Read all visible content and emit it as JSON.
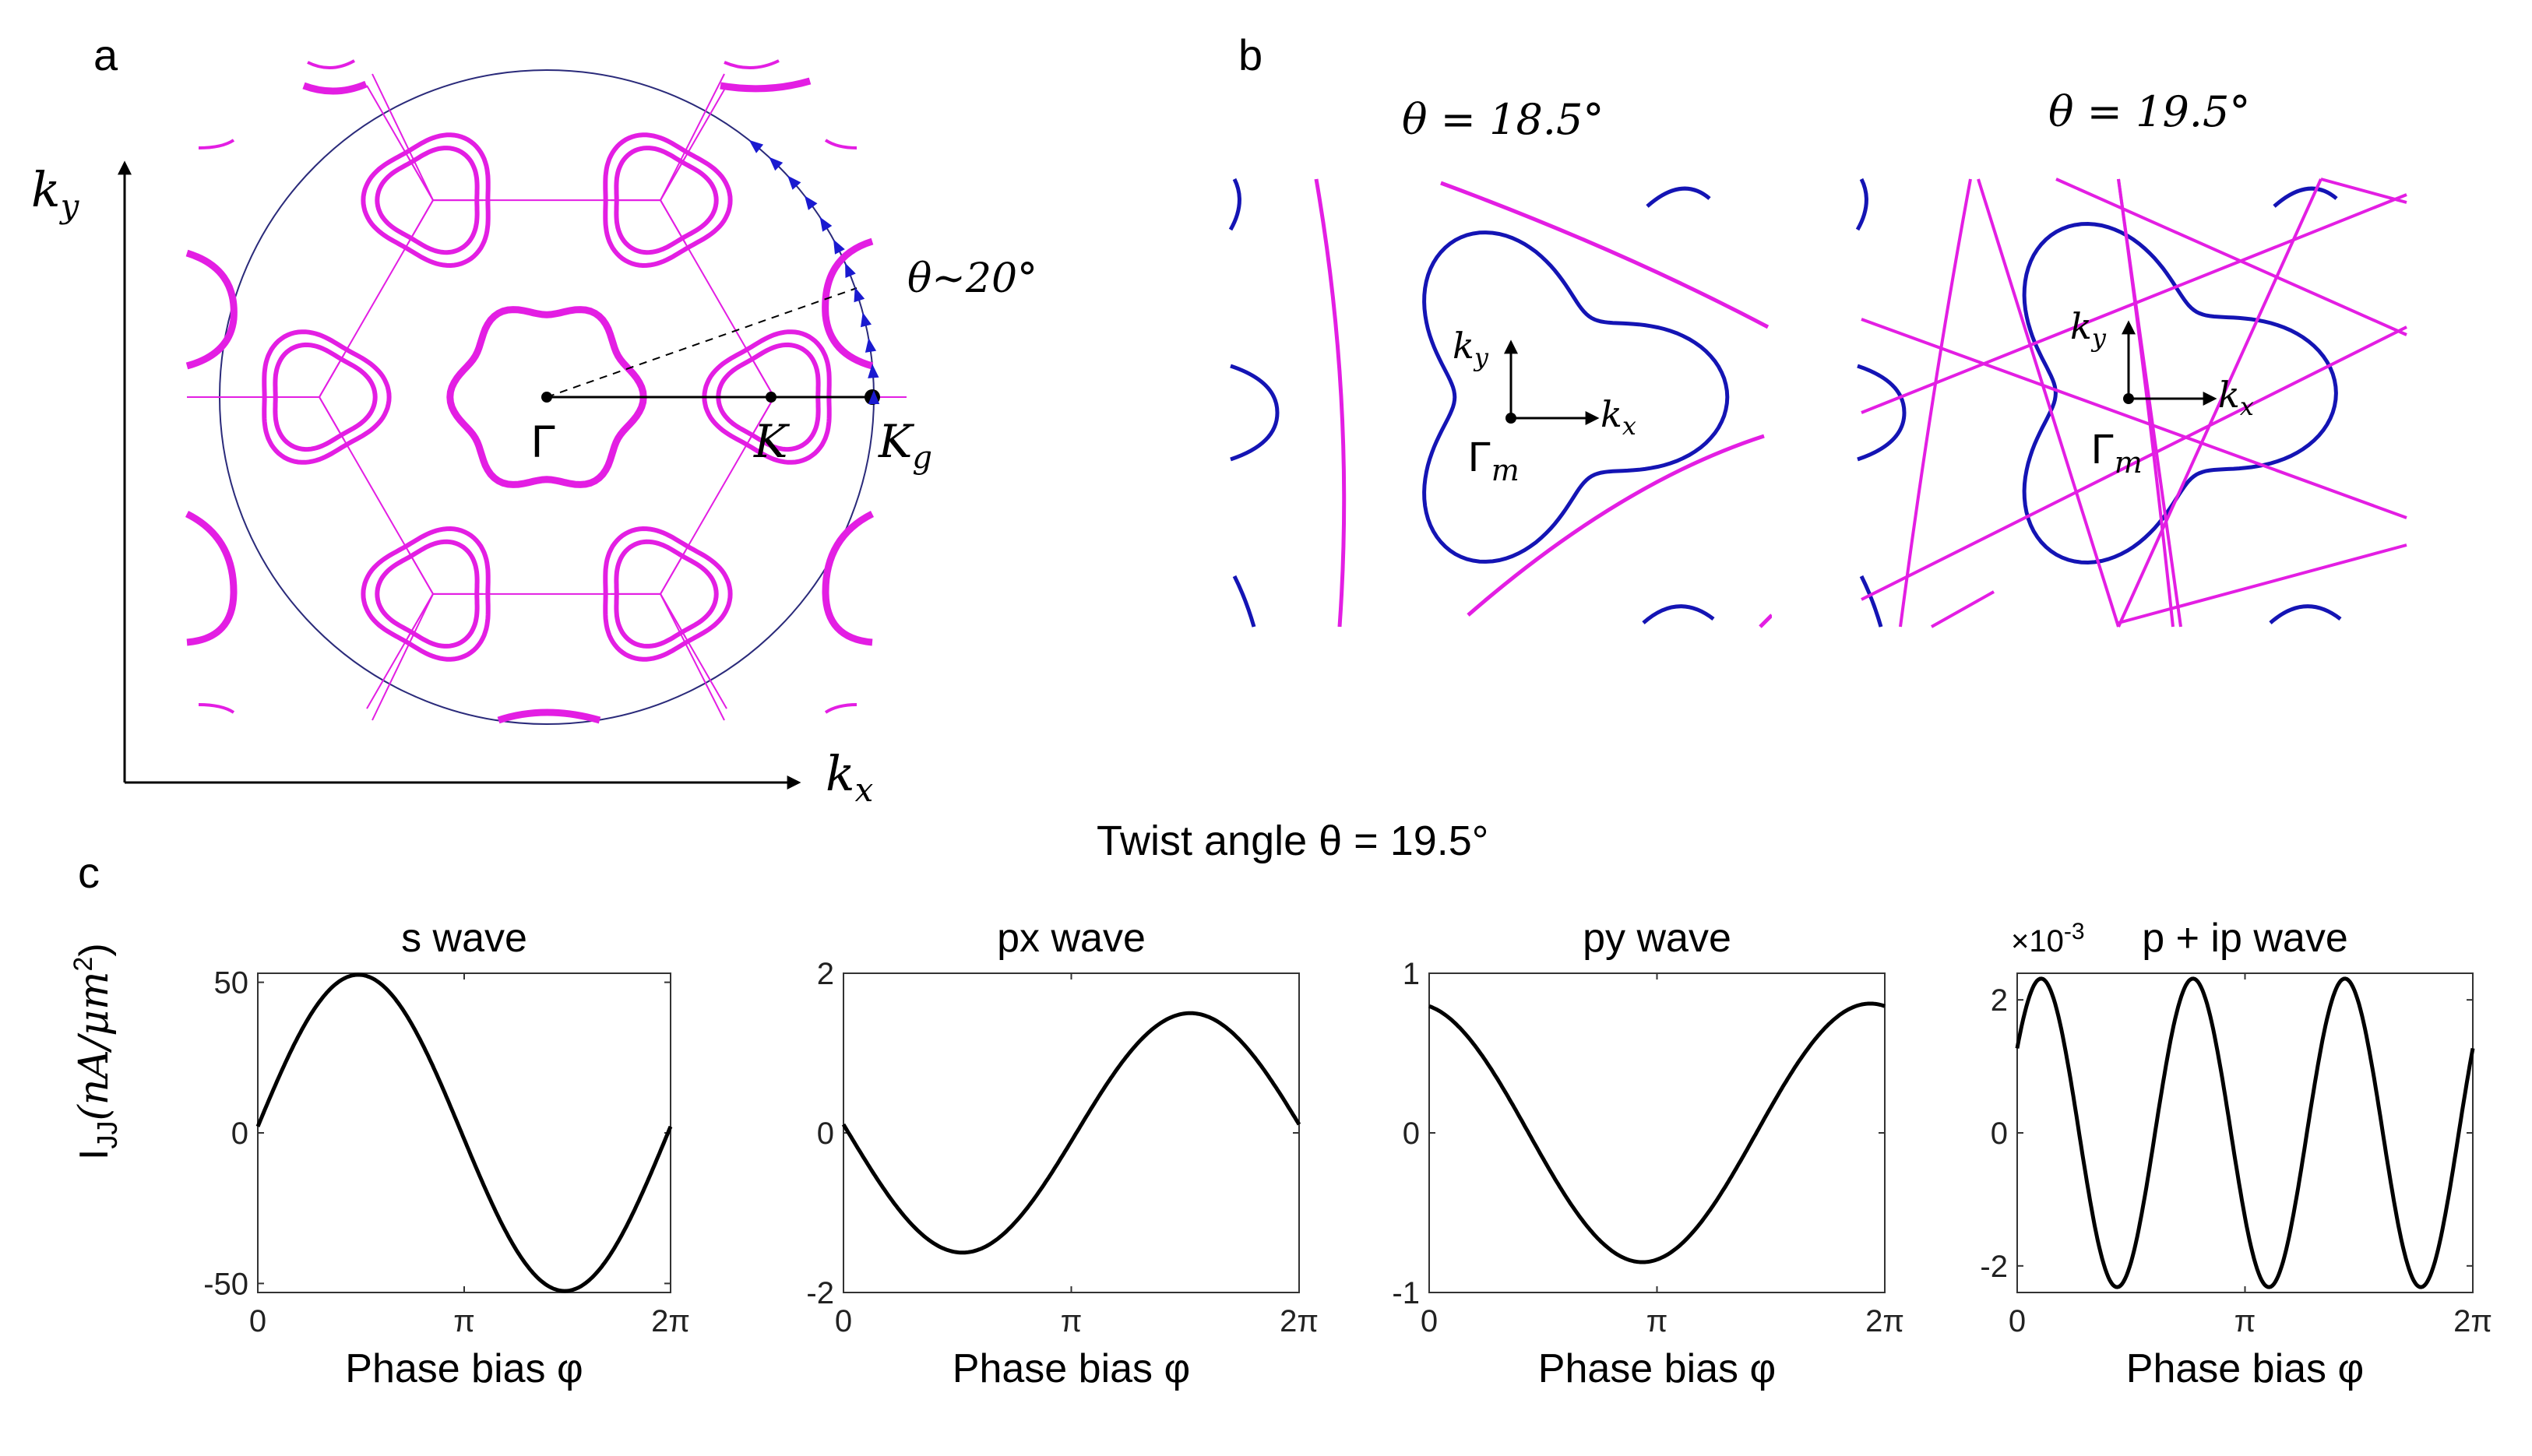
{
  "panel_labels": {
    "a": "a",
    "b": "b",
    "c": "c"
  },
  "panel_a": {
    "axis_x": "k",
    "axis_x_sub": "x",
    "axis_y": "k",
    "axis_y_sub": "y",
    "gamma": "Γ",
    "k_label": "K",
    "kg_label": "K",
    "kg_sub": "g",
    "angle_label": "θ~20°",
    "colors": {
      "fermi": "#e31ee3",
      "circle": "#2a2a7a",
      "arrows": "#1a1ad0"
    }
  },
  "panel_b": {
    "left_title": "θ = 18.5°",
    "right_title": "θ = 19.5°",
    "kx": "k",
    "kx_sub": "x",
    "ky": "k",
    "ky_sub": "y",
    "gamma": "Γ",
    "gamma_sub": "m",
    "colors": {
      "blue": "#1414b4",
      "magenta": "#e31ee3"
    }
  },
  "panel_c": {
    "title": "Twist angle θ = 19.5°",
    "ylabel": "I",
    "ylabel_sub": "JJ",
    "ylabel_unit": "(nA/μm",
    "ylabel_unit_sup": "2",
    "ylabel_unit_close": ")",
    "exponent_label": "×10",
    "exponent_sup": "-3"
  },
  "chart_data": [
    {
      "type": "line",
      "title": "s wave",
      "xlabel": "Phase bias φ",
      "ylabel": "IJJ (nA/μm2)",
      "xlim": [
        0,
        6.2832
      ],
      "ylim": [
        -53,
        53
      ],
      "xticks": [
        "0",
        "π",
        "2π"
      ],
      "yticks": [
        {
          "v": 50,
          "label": "50"
        },
        {
          "v": 0,
          "label": "0"
        },
        {
          "v": -50,
          "label": "-50"
        }
      ],
      "series": [
        {
          "amplitude": 52.5,
          "frequency": 1,
          "phase_offset": 0.04,
          "sample_points": [
            [
              0,
              2.1
            ],
            [
              1.5708,
              52.5
            ],
            [
              3.1416,
              -2.1
            ],
            [
              4.7124,
              -52.5
            ],
            [
              6.2832,
              2.1
            ]
          ]
        }
      ]
    },
    {
      "type": "line",
      "title": "px wave",
      "xlabel": "Phase bias φ",
      "xlim": [
        0,
        6.2832
      ],
      "ylim": [
        -2.0,
        2.0
      ],
      "xticks": [
        "0",
        "π",
        "2π"
      ],
      "yticks": [
        {
          "v": 2,
          "label": "2"
        },
        {
          "v": 0,
          "label": "0"
        },
        {
          "v": -2,
          "label": "-2"
        }
      ],
      "series": [
        {
          "amplitude": 1.5,
          "frequency": 1,
          "phase_offset": 3.0716,
          "sample_points": [
            [
              0,
              -0.1
            ],
            [
              1.5708,
              -1.5
            ],
            [
              3.1416,
              0.1
            ],
            [
              4.7124,
              1.5
            ],
            [
              6.2832,
              -0.1
            ]
          ]
        }
      ]
    },
    {
      "type": "line",
      "title": "py wave",
      "xlabel": "Phase bias φ",
      "xlim": [
        0,
        6.2832
      ],
      "ylim": [
        -1.0,
        1.0
      ],
      "xticks": [
        "0",
        "π",
        "2π"
      ],
      "yticks": [
        {
          "v": 1,
          "label": "1"
        },
        {
          "v": 0,
          "label": "0"
        },
        {
          "v": -1,
          "label": "-1"
        }
      ],
      "series": [
        {
          "amplitude": 0.81,
          "frequency": 1,
          "phase_offset": 1.7708,
          "sample_points": [
            [
              0,
              0.79
            ],
            [
              0.2,
              0.81
            ],
            [
              2.8,
              -0.81
            ],
            [
              6.2832,
              0.79
            ]
          ]
        }
      ]
    },
    {
      "type": "line",
      "title": "p + ip wave",
      "xlabel": "Phase bias φ",
      "xlim": [
        0,
        6.2832
      ],
      "ylim": [
        -2.4,
        2.4
      ],
      "scale_exponent": -3,
      "xticks": [
        "0",
        "π",
        "2π"
      ],
      "yticks": [
        {
          "v": 2,
          "label": "2"
        },
        {
          "v": 0,
          "label": "0"
        },
        {
          "v": -2,
          "label": "-2"
        }
      ],
      "series": [
        {
          "amplitude": 2.32,
          "frequency": 3,
          "phase_offset": 0.58,
          "sample_points": [
            [
              0,
              1.3
            ],
            [
              0.33,
              2.32
            ],
            [
              1.38,
              -2.32
            ],
            [
              2.42,
              2.32
            ],
            [
              3.47,
              -2.32
            ],
            [
              4.52,
              2.32
            ],
            [
              5.57,
              -2.32
            ],
            [
              6.2832,
              1.3
            ]
          ]
        }
      ]
    }
  ]
}
